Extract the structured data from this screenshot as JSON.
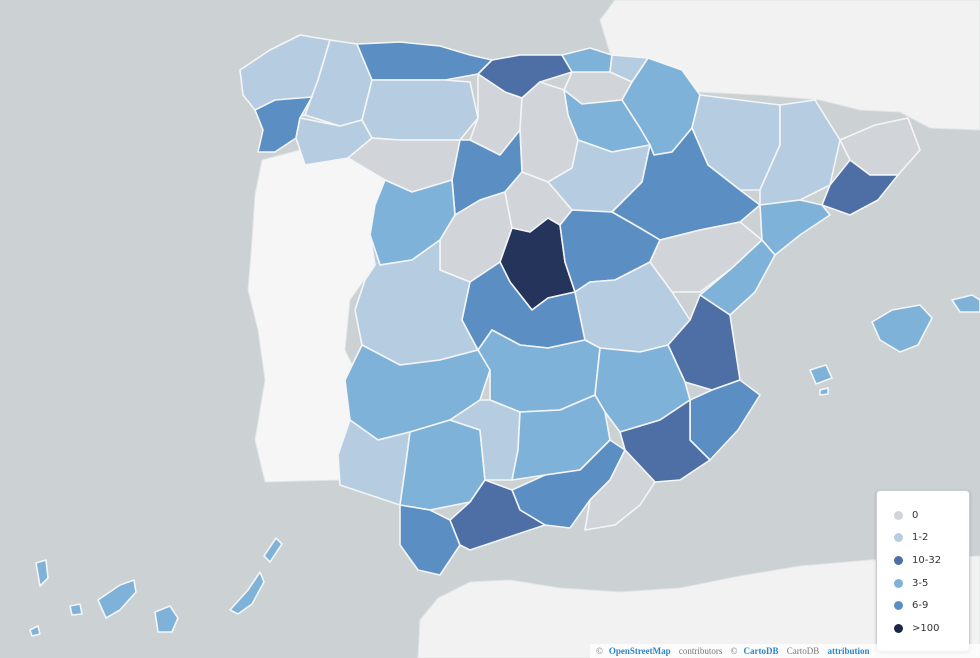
{
  "colors": {
    "water": "#ccd1d4",
    "foreign_land": "#f2f2f2",
    "class_0": "#d1d4d8",
    "class_1_2": "#b6cce0",
    "class_3_5": "#7fb2d8",
    "class_6_9": "#5b8fc4",
    "class_10_32": "#4d6fa6",
    "class_100": "#24345a"
  },
  "legend": {
    "items": [
      {
        "label": "0",
        "color": "#d1d4d8"
      },
      {
        "label": "1-2",
        "color": "#b6cce0"
      },
      {
        "label": "10-32",
        "color": "#4d6fa6"
      },
      {
        "label": "3-5",
        "color": "#7fb2d8"
      },
      {
        "label": "6-9",
        "color": "#5b8fc4"
      },
      {
        "label": ">100",
        "color": "#1a2747"
      }
    ]
  },
  "attribution": {
    "copy1": "©",
    "osm": "OpenStreetMap",
    "contributors": "contributors",
    "copy2": "©",
    "cartodb_link": "CartoDB",
    "cartodb_text": "CartoDB",
    "attribution_link": "attribution"
  }
}
